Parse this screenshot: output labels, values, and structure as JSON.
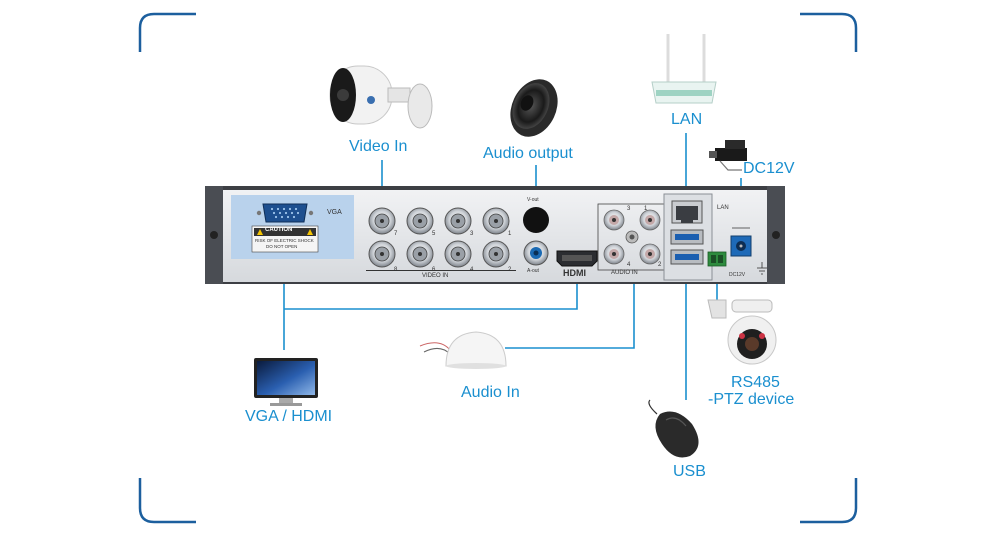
{
  "labels": {
    "video_in": "Video In",
    "audio_output": "Audio output",
    "lan": "LAN",
    "dc12v": "DC12V",
    "vga_hdmi": "VGA / HDMI",
    "audio_in": "Audio In",
    "rs485_line1": "RS485",
    "rs485_line2": "-PTZ device",
    "usb": "USB"
  },
  "panel": {
    "vga": "VGA",
    "caution": "CAUTION",
    "caution_sub1": "RISK OF ELECTRIC SHOCK",
    "caution_sub2": "DO NOT OPEN",
    "video_in": "VIDEO IN",
    "v_out": "V-out",
    "a_out": "A-out",
    "hdmi": "HDMI",
    "audio_in": "AUDIO IN",
    "lan": "LAN",
    "dc12v": "DC12V",
    "bnc_numbers": [
      "7",
      "5",
      "3",
      "1",
      "8",
      "6",
      "4",
      "2"
    ],
    "audio_numbers": [
      "3",
      "1",
      "4",
      "2"
    ]
  },
  "colors": {
    "accent": "#1a8fcf",
    "panel": "#e4e6ea",
    "chassis": "#3d3f44"
  }
}
